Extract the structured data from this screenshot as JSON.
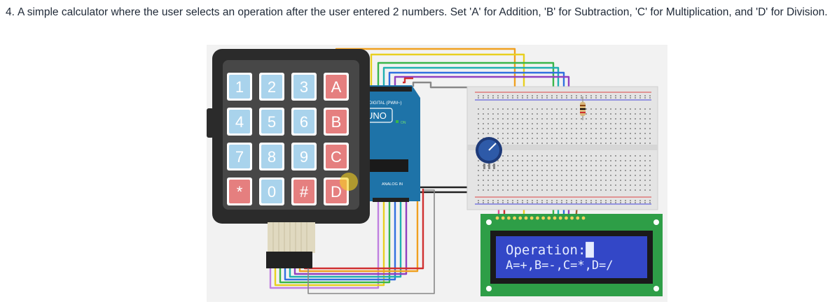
{
  "question": {
    "number": "4.",
    "text": "A simple calculator where the user selects an operation after the user entered 2 numbers. Set 'A' for Addition, 'B' for Subtraction, 'C' for Multiplication, and 'D' for Division."
  },
  "keypad": {
    "rows": [
      [
        "1",
        "2",
        "3",
        "A"
      ],
      [
        "4",
        "5",
        "6",
        "B"
      ],
      [
        "7",
        "8",
        "9",
        "C"
      ],
      [
        "*",
        "0",
        "#",
        "D"
      ]
    ]
  },
  "arduino": {
    "digital_label": "DIGITAL (PWM~)",
    "model_label": "UNO",
    "on_label": "ON",
    "analog_label": "ANALOG IN"
  },
  "lcd": {
    "line1": "Operation:█",
    "line2": "A=+,B=-,C=*,D=/"
  },
  "colors": {
    "keypad_body": "#2b2b2b",
    "key_blue": "#a9d3ec",
    "key_red": "#e57f7f",
    "arduino": "#1e73a8",
    "lcd_board": "#2e9e47",
    "lcd_screen": "#3347c7",
    "lcd_text": "#e6ecff"
  }
}
